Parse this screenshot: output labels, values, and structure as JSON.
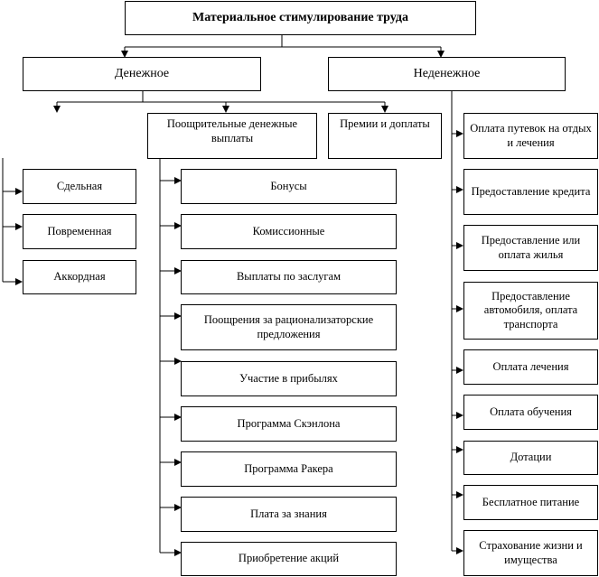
{
  "root": "Материальное стимулирование труда",
  "branches": {
    "monetary": "Денежное",
    "nonmonetary": "Неденежное"
  },
  "monetary_children": {
    "incentive": "Поощрительные денежные выплаты",
    "bonuses_allowances": "Премии и доплаты"
  },
  "wage_forms": [
    "Сдельная",
    "Повременная",
    "Аккордная"
  ],
  "incentive_items": [
    "Бонусы",
    "Комиссионные",
    "Выплаты по заслугам",
    "Поощрения за рационализаторские предложения",
    "Участие в прибылях",
    "Программа Скэнлона",
    "Программа Ракера",
    "Плата за знания",
    "Приобретение акций"
  ],
  "nonmonetary_items": [
    "Оплата путевок на отдых и лечения",
    "Предоставление кредита",
    "Предоставление или оплата жилья",
    "Предоставление автомобиля, оплата транспорта",
    "Оплата лечения",
    "Оплата обучения",
    "Дотации",
    "Бесплатное питание",
    "Страхование жизни и имущества"
  ]
}
